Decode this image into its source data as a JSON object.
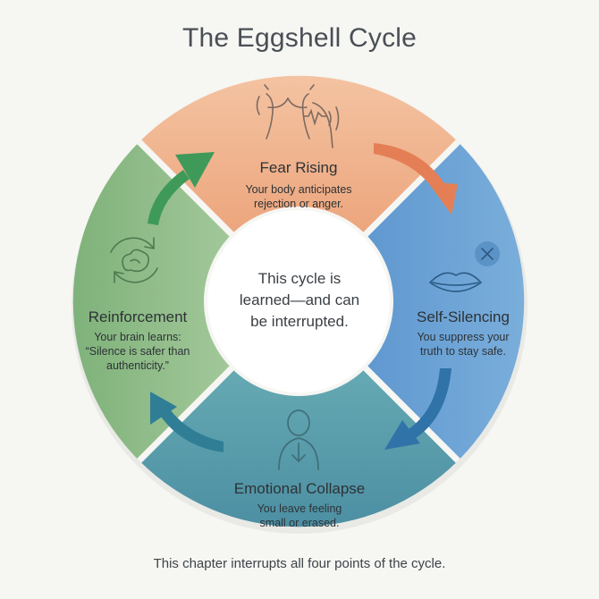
{
  "title": "The Eggshell Cycle",
  "center": {
    "line1": "This cycle is",
    "line2": "learned—and can",
    "line3": "be interrupted."
  },
  "segments": {
    "fear": {
      "title": "Fear Rising",
      "line1": "Your body anticipates",
      "line2": "rejection or anger.",
      "color": "#f0b48d",
      "icon": "tense-body-icon"
    },
    "silencing": {
      "title": "Self-Silencing",
      "line1": "You suppress your",
      "line2": "truth to stay safe.",
      "color": "#6aa0d2",
      "icon": "closed-lips-icon"
    },
    "collapse": {
      "title": "Emotional Collapse",
      "line1": "You leave feeling",
      "line2": "small or erased.",
      "color": "#5da3ad",
      "icon": "collapsing-person-icon"
    },
    "reinforcement": {
      "title": "Reinforcement",
      "line1": "Your brain learns:",
      "line2": "“Silence is safer than",
      "line3": "authenticity.”",
      "color": "#8dbb84",
      "icon": "brain-cycle-icon"
    }
  },
  "footer": "This chapter interrupts all four points of the cycle."
}
